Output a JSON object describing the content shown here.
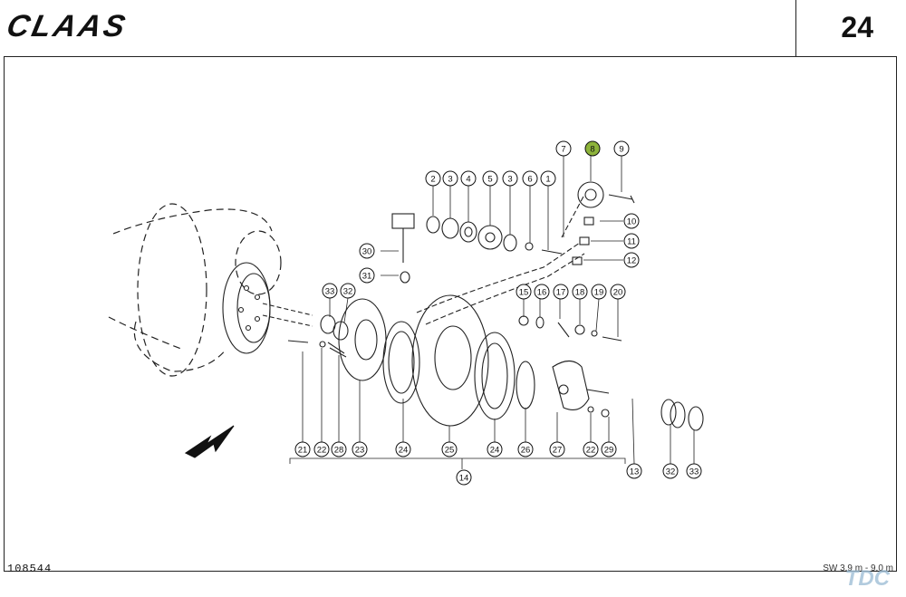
{
  "header": {
    "brand": "CLAAS",
    "page_number": "24"
  },
  "footer": {
    "drawing_number": "108544",
    "model_range": "SW 3,9 m - 9,0 m",
    "watermark": "TDC"
  },
  "colors": {
    "highlight": "#8db33a",
    "ink": "#111111"
  },
  "callouts": [
    {
      "label": "2"
    },
    {
      "label": "3"
    },
    {
      "label": "4"
    },
    {
      "label": "5"
    },
    {
      "label": "3"
    },
    {
      "label": "6"
    },
    {
      "label": "1"
    },
    {
      "label": "7"
    },
    {
      "label": "8",
      "highlighted": true
    },
    {
      "label": "9"
    },
    {
      "label": "10"
    },
    {
      "label": "11"
    },
    {
      "label": "12"
    },
    {
      "label": "30"
    },
    {
      "label": "31"
    },
    {
      "label": "33"
    },
    {
      "label": "32"
    },
    {
      "label": "15"
    },
    {
      "label": "16"
    },
    {
      "label": "17"
    },
    {
      "label": "18"
    },
    {
      "label": "19"
    },
    {
      "label": "20"
    },
    {
      "label": "21"
    },
    {
      "label": "22"
    },
    {
      "label": "28"
    },
    {
      "label": "23"
    },
    {
      "label": "24"
    },
    {
      "label": "25"
    },
    {
      "label": "24"
    },
    {
      "label": "26"
    },
    {
      "label": "27"
    },
    {
      "label": "22"
    },
    {
      "label": "29"
    },
    {
      "label": "13"
    },
    {
      "label": "32"
    },
    {
      "label": "33"
    },
    {
      "label": "14"
    }
  ]
}
